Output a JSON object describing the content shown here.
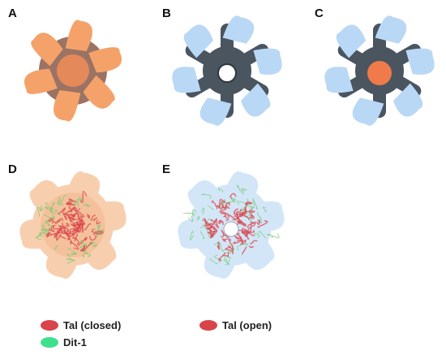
{
  "panels": [
    {
      "label": "A"
    },
    {
      "label": "B"
    },
    {
      "label": "C"
    },
    {
      "label": "D"
    },
    {
      "label": "E"
    }
  ],
  "legend": [
    {
      "label": "Tal (closed)",
      "color": "#d9434a"
    },
    {
      "label": "Tal (open)",
      "color": "#d9434a"
    },
    {
      "label": "Dit-1",
      "color": "#3ee08c"
    }
  ],
  "colors": {
    "orange": "#f4a26a",
    "orange_light": "#f8cfae",
    "blue": "#b9d8f5",
    "blue_light": "#d3e6f8",
    "gray": "#4a5560",
    "red": "#d9434a",
    "green": "#74c870"
  }
}
